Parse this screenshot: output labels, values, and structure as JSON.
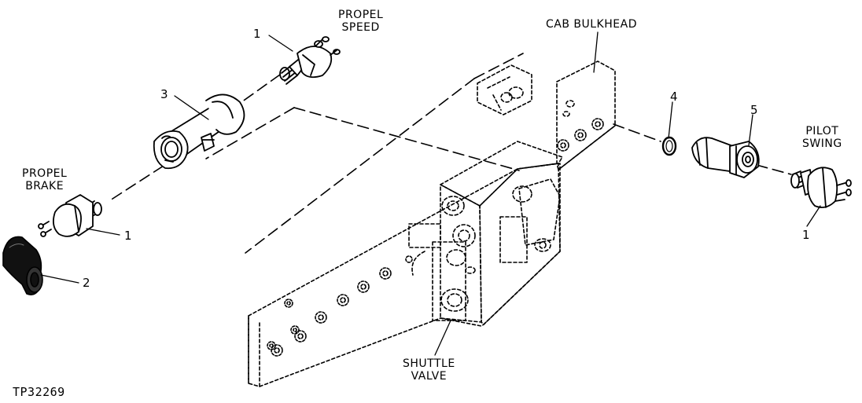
{
  "labels": {
    "propel_speed": [
      "PROPEL",
      "SPEED"
    ],
    "cab_bulkhead": "CAB BULKHEAD",
    "propel_brake": [
      "PROPEL",
      "BRAKE"
    ],
    "pilot_swing": [
      "PILOT",
      "SWING"
    ],
    "shuttle_valve": [
      "SHUTTLE",
      "VALVE"
    ]
  },
  "callouts": {
    "c1_top": "1",
    "c3": "3",
    "c4": "4",
    "c5": "5",
    "c1_brake": "1",
    "c2": "2",
    "c1_swing": "1"
  },
  "figure_id": "TP32269"
}
